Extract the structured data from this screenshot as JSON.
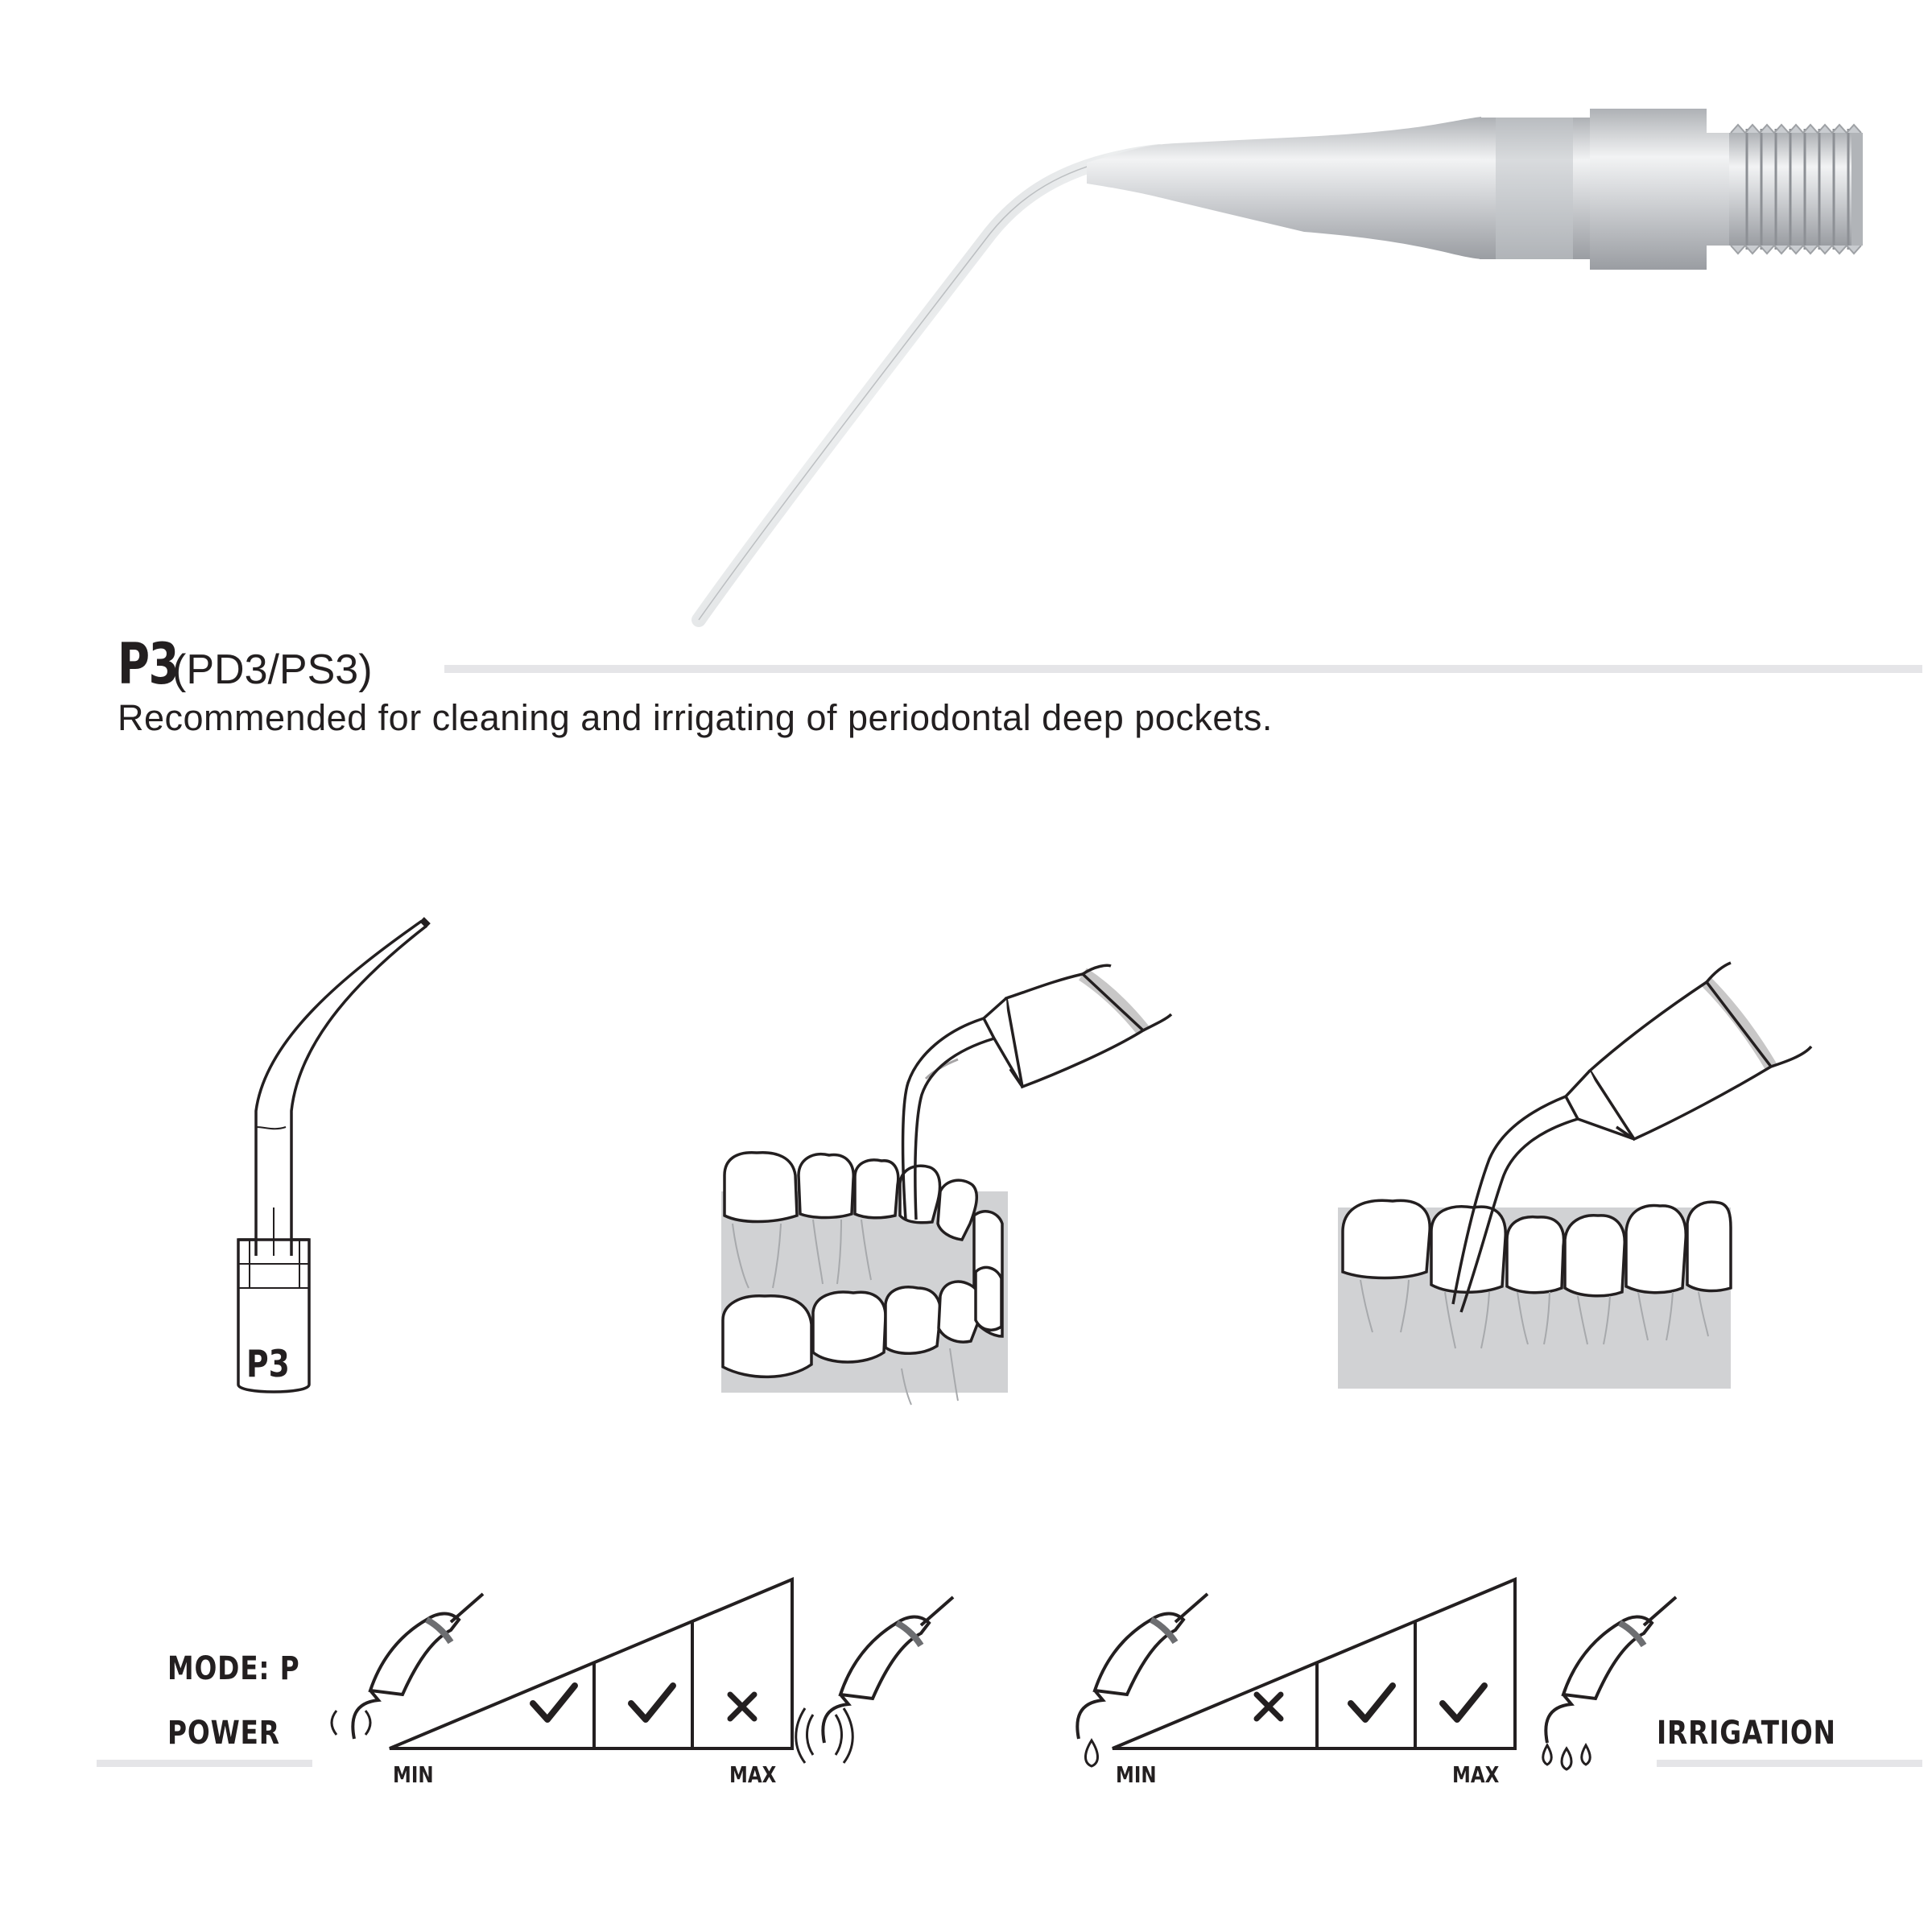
{
  "product": {
    "code": "P3",
    "alt_codes": "(PD3/PS3)",
    "description": "Recommended for cleaning and irrigating of periodontal deep pockets.",
    "tip_stamp": "P3"
  },
  "settings": {
    "mode_label": "MODE: P",
    "power": {
      "label": "POWER",
      "min_label": "MIN",
      "max_label": "MAX",
      "levels": [
        "check",
        "check",
        "cross"
      ]
    },
    "irrigation": {
      "label": "IRRIGATION",
      "min_label": "MIN",
      "max_label": "MAX",
      "levels": [
        "cross",
        "check",
        "check"
      ]
    }
  },
  "colors": {
    "ink": "#231f20",
    "steel": "#c9ccd0",
    "gum": "#d1d2d4",
    "rule": "#e5e5e8"
  }
}
